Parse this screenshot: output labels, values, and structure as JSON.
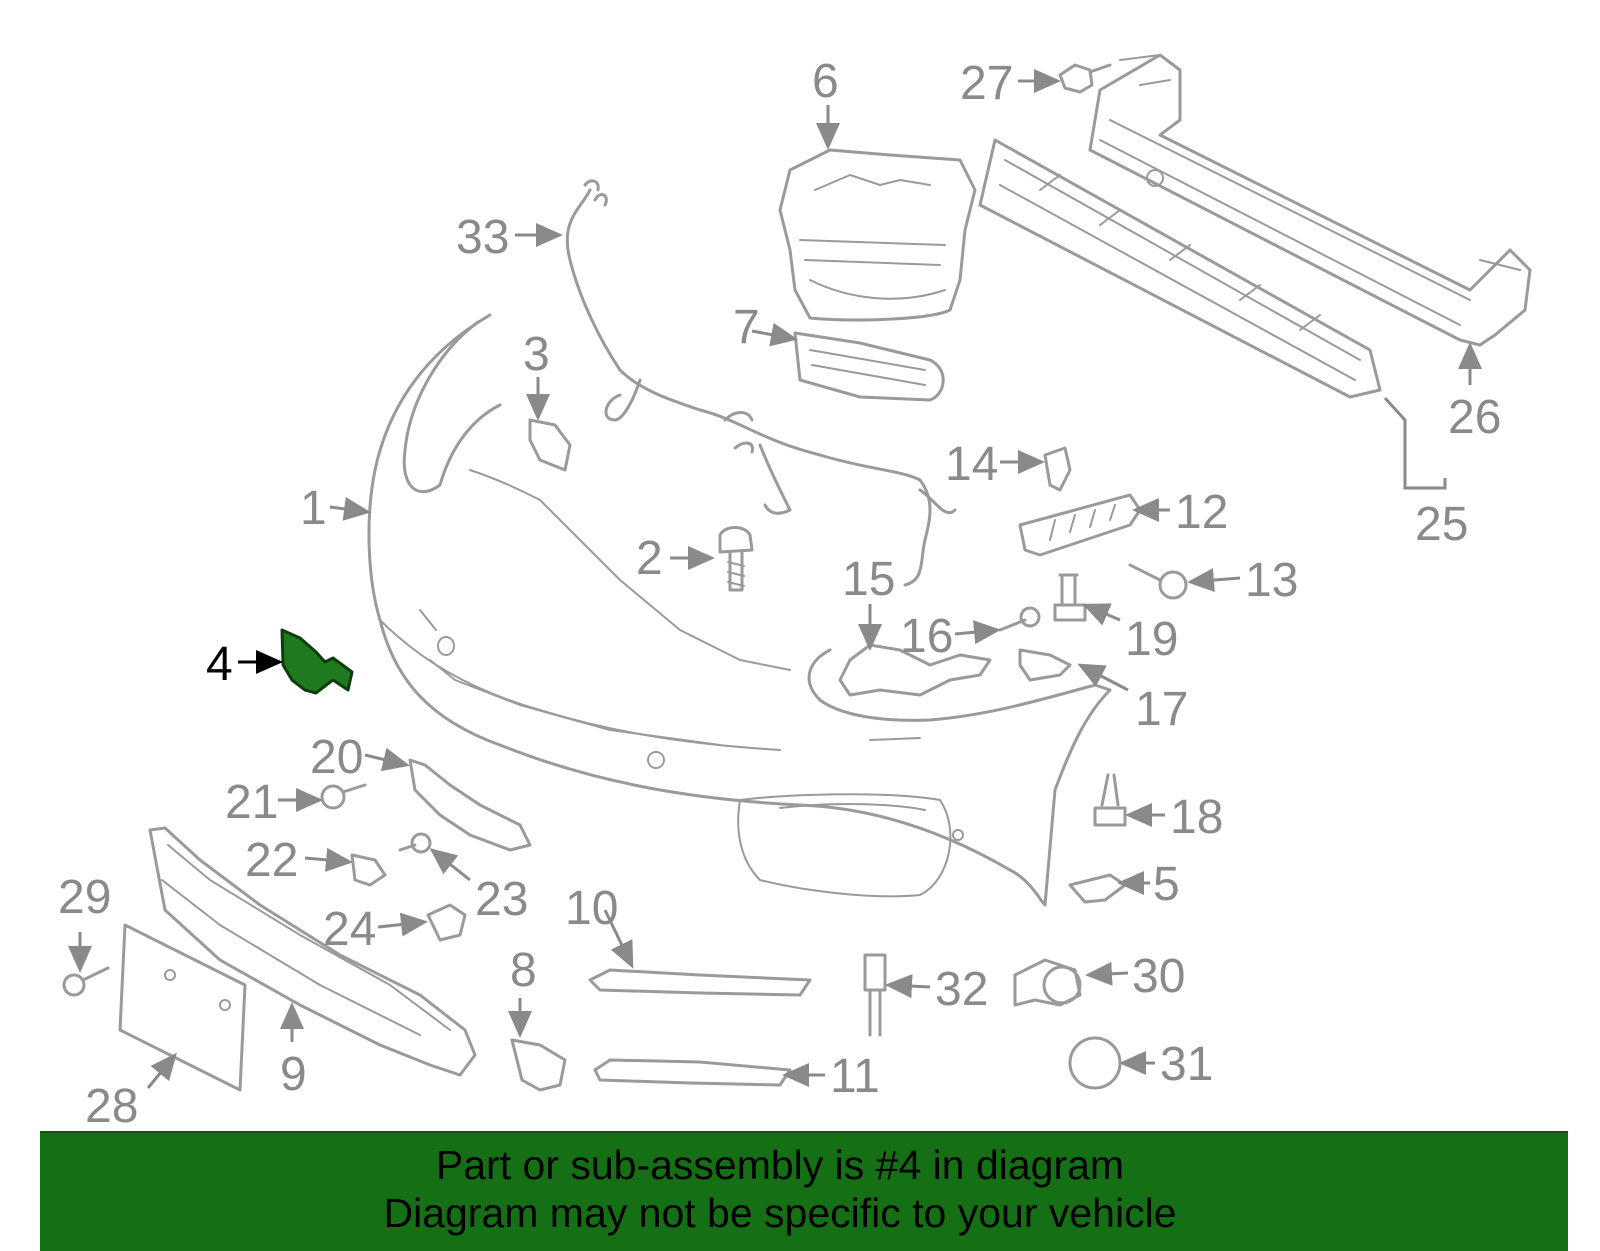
{
  "callouts": {
    "c1": "1",
    "c2": "2",
    "c3": "3",
    "c4": "4",
    "c5": "5",
    "c6": "6",
    "c7": "7",
    "c8": "8",
    "c9": "9",
    "c10": "10",
    "c11": "11",
    "c12": "12",
    "c13": "13",
    "c14": "14",
    "c15": "15",
    "c16": "16",
    "c17": "17",
    "c18": "18",
    "c19": "19",
    "c20": "20",
    "c21": "21",
    "c22": "22",
    "c23": "23",
    "c24": "24",
    "c25": "25",
    "c26": "26",
    "c27": "27",
    "c28": "28",
    "c29": "29",
    "c30": "30",
    "c31": "31",
    "c32": "32",
    "c33": "33"
  },
  "highlight": {
    "part": "4",
    "color": "#1f7a1f"
  },
  "banner": {
    "line1": "Part or sub-assembly is #4 in diagram",
    "line2": "Diagram may not be specific to your vehicle",
    "color": "#157015"
  }
}
